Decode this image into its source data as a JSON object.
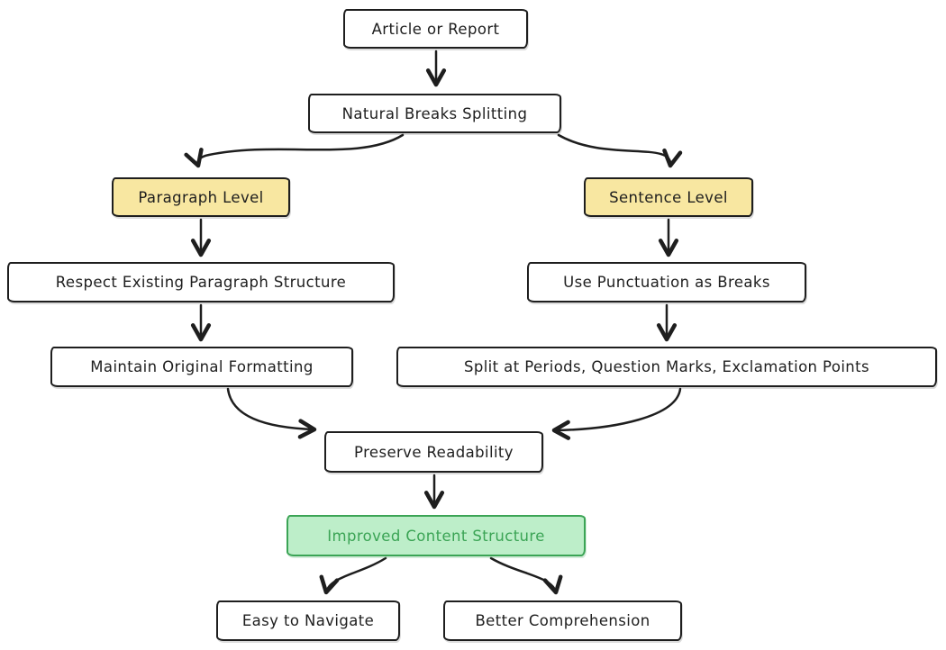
{
  "diagram": {
    "type": "flowchart",
    "style": "hand-drawn",
    "nodes": {
      "article": {
        "label": "Article or Report",
        "variant": "default"
      },
      "natural_breaks": {
        "label": "Natural Breaks Splitting",
        "variant": "default"
      },
      "paragraph_level": {
        "label": "Paragraph Level",
        "variant": "highlight-yellow"
      },
      "sentence_level": {
        "label": "Sentence Level",
        "variant": "highlight-yellow"
      },
      "respect_structure": {
        "label": "Respect Existing Paragraph Structure",
        "variant": "default"
      },
      "use_punctuation": {
        "label": "Use Punctuation as Breaks",
        "variant": "default"
      },
      "maintain_formatting": {
        "label": "Maintain Original Formatting",
        "variant": "default"
      },
      "split_periods": {
        "label": "Split at Periods, Question Marks, Exclamation Points",
        "variant": "default"
      },
      "preserve_readability": {
        "label": "Preserve Readability",
        "variant": "default"
      },
      "improved_structure": {
        "label": "Improved Content Structure",
        "variant": "highlight-green"
      },
      "easy_navigate": {
        "label": "Easy to Navigate",
        "variant": "default"
      },
      "better_comprehension": {
        "label": "Better Comprehension",
        "variant": "default"
      }
    },
    "edges": [
      {
        "from": "article",
        "to": "natural_breaks"
      },
      {
        "from": "natural_breaks",
        "to": "paragraph_level"
      },
      {
        "from": "natural_breaks",
        "to": "sentence_level"
      },
      {
        "from": "paragraph_level",
        "to": "respect_structure"
      },
      {
        "from": "respect_structure",
        "to": "maintain_formatting"
      },
      {
        "from": "sentence_level",
        "to": "use_punctuation"
      },
      {
        "from": "use_punctuation",
        "to": "split_periods"
      },
      {
        "from": "maintain_formatting",
        "to": "preserve_readability"
      },
      {
        "from": "split_periods",
        "to": "preserve_readability"
      },
      {
        "from": "preserve_readability",
        "to": "improved_structure"
      },
      {
        "from": "improved_structure",
        "to": "easy_navigate"
      },
      {
        "from": "improved_structure",
        "to": "better_comprehension"
      }
    ],
    "colors": {
      "background": "#FFFFFF",
      "line": "#1E1E1E",
      "node_fill": "#FFFFFF",
      "node_border": "#1E1E1E",
      "node_text": "#1E1E1E",
      "highlight_yellow_fill": "#F8E7A1",
      "highlight_green_fill": "#BDEEC9",
      "highlight_green_accent": "#3BA455"
    }
  }
}
